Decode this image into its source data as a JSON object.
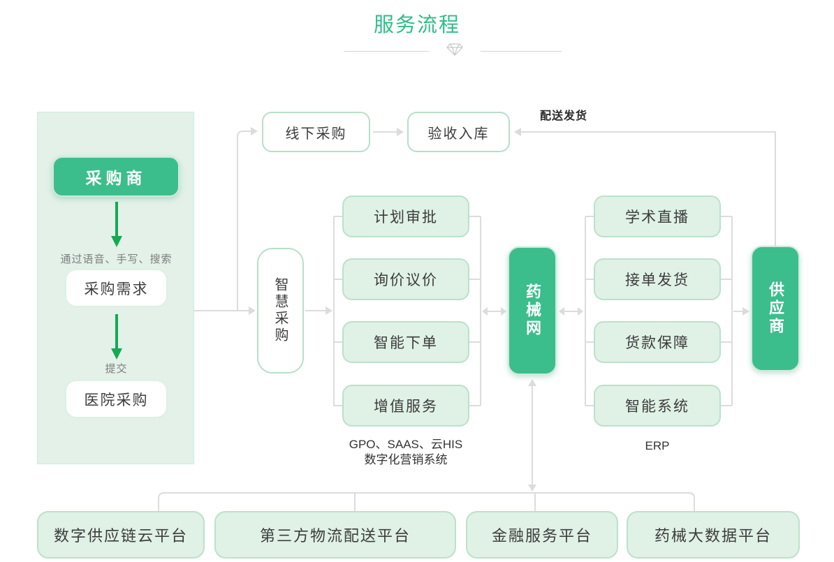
{
  "title": "服务流程",
  "colors": {
    "accent_green": "#2fbd87",
    "solid_green": "#3cbd8c",
    "light_green_bg": "#e0f1e6",
    "light_green_border": "#bbe1cb",
    "panel_bg": "#e3f1e9",
    "line_gray": "#dcdcdc",
    "arrow_green": "#17a854"
  },
  "purchaser_panel": {
    "title": "采购商",
    "method_label": "通过语音、手写、搜索",
    "demand_box": "采购需求",
    "submit_label": "提交",
    "hospital_box": "医院采购"
  },
  "top_flow": {
    "offline_purchase": "线下采购",
    "acceptance_warehouse": "验收入库",
    "delivery_label": "配送发货"
  },
  "smart_purchase": "智慧采购",
  "middle_group": {
    "items": [
      "计划审批",
      "询价议价",
      "智能下单",
      "增值服务"
    ],
    "caption_line1": "GPO、SAAS、云HIS",
    "caption_line2": "数字化营销系统"
  },
  "platform": "药械网",
  "right_group": {
    "items": [
      "学术直播",
      "接单发货",
      "货款保障",
      "智能系统"
    ],
    "caption": "ERP"
  },
  "supplier": "供应商",
  "bottom_platforms": [
    "数字供应链云平台",
    "第三方物流配送平台",
    "金融服务平台",
    "药械大数据平台"
  ]
}
